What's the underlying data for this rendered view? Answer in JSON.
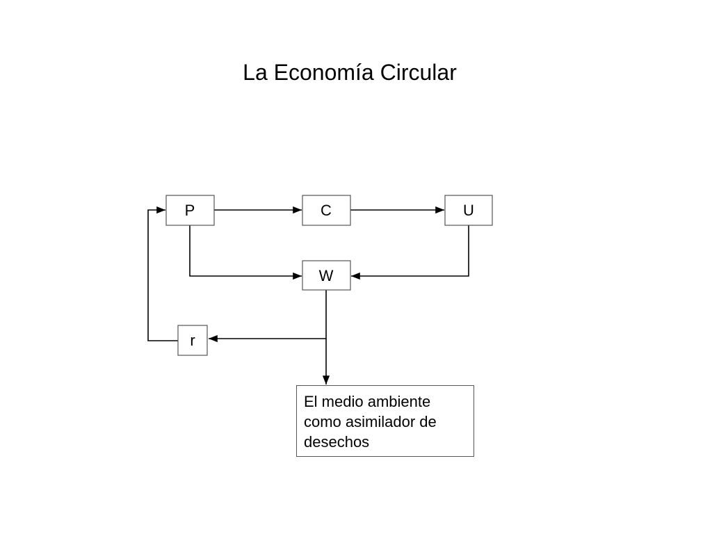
{
  "title": "La Economía Circular",
  "nodes": {
    "p": "P",
    "c": "C",
    "u": "U",
    "w": "W",
    "r": "r"
  },
  "environment": {
    "lines": [
      "El medio ambiente",
      "como asimilador de",
      "desechos"
    ]
  },
  "edges": [
    {
      "from": "P",
      "to": "C"
    },
    {
      "from": "C",
      "to": "U"
    },
    {
      "from": "P",
      "to": "W"
    },
    {
      "from": "U",
      "to": "W"
    },
    {
      "from": "W",
      "to": "r"
    },
    {
      "from": "W",
      "to": "El medio ambiente como asimilador de desechos"
    },
    {
      "from": "r",
      "to": "P"
    }
  ]
}
